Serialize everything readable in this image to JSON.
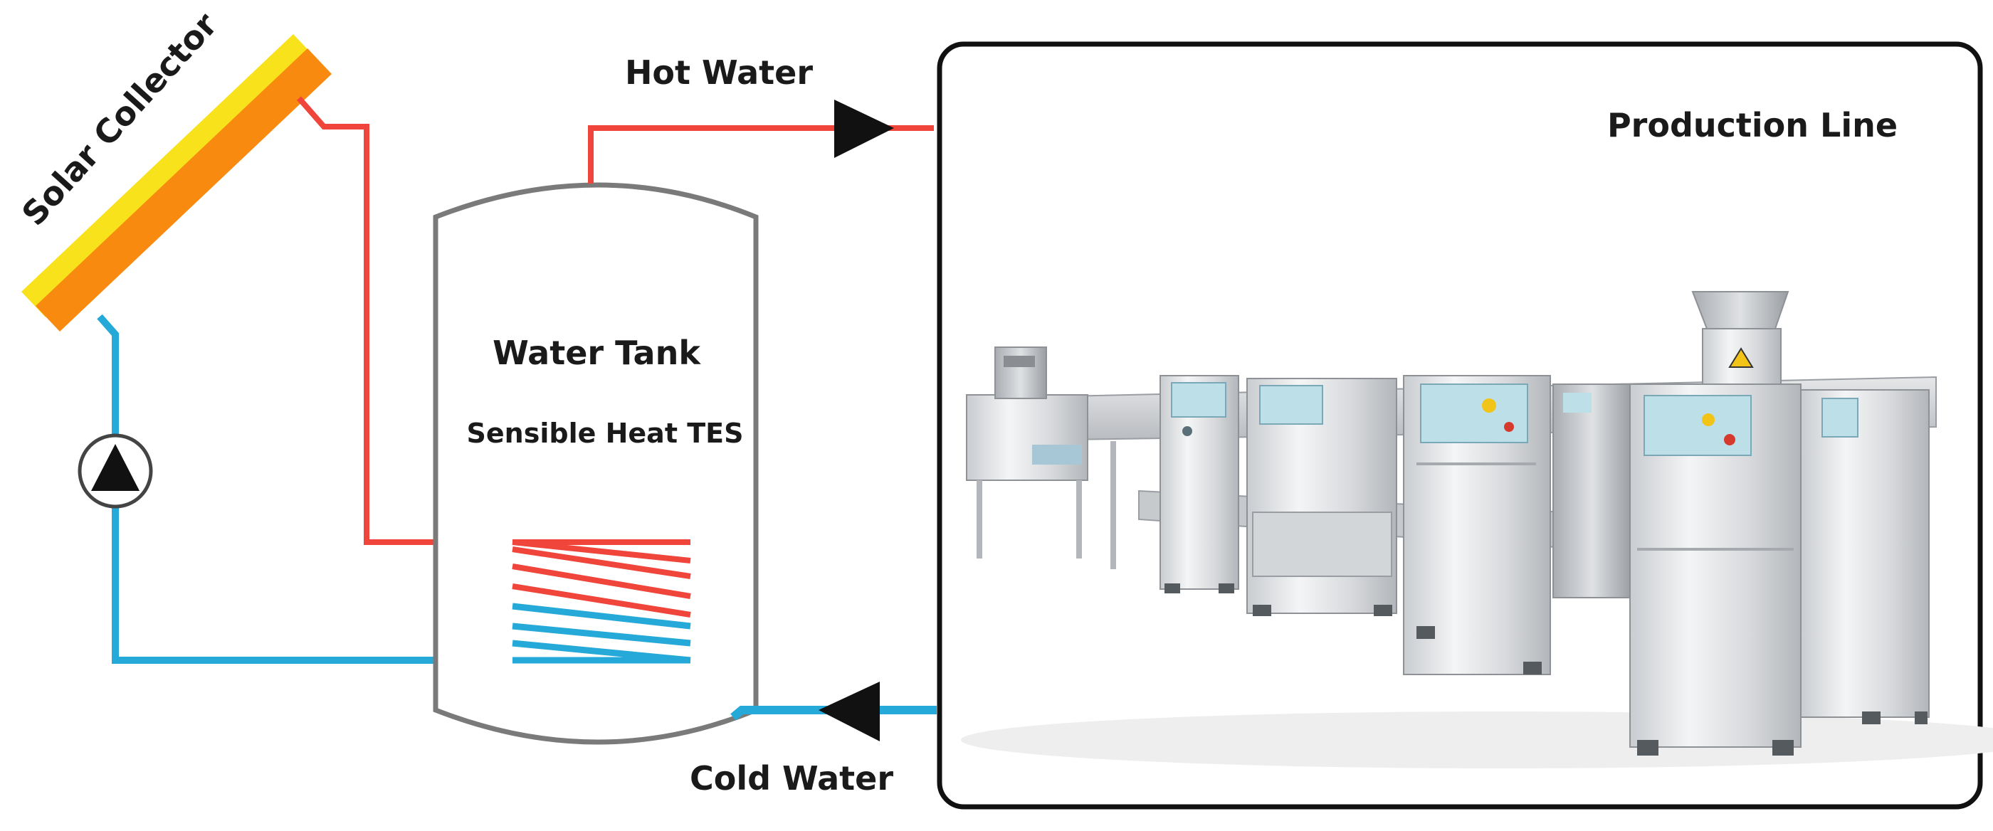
{
  "labels": {
    "solar_collector": "Solar Collector",
    "hot_water": "Hot Water",
    "cold_water": "Cold Water",
    "water_tank": "Water Tank",
    "tes": "Sensible Heat TES",
    "production_line": "Production Line"
  },
  "colors": {
    "hot_pipe": "#f0453a",
    "cold_pipe": "#25a9d8",
    "collector_face": "#f98a10",
    "collector_edge": "#f7e21c",
    "tank_outline": "#7a7a7a",
    "frame_outline": "#111111"
  }
}
